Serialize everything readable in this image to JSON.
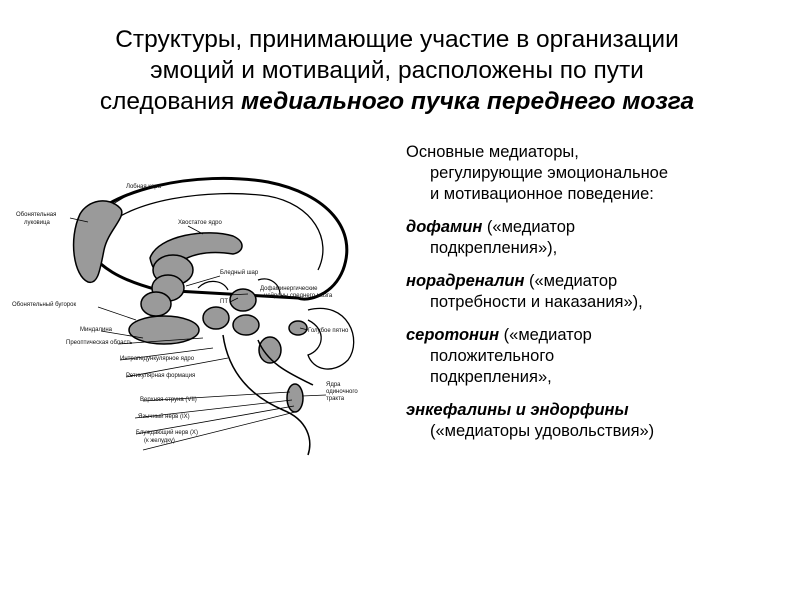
{
  "title": {
    "line1": "Структуры, принимающие участие в организации",
    "line2": "эмоций и мотиваций, расположены по пути",
    "line3_plain": "следования ",
    "line3_emphasis": "медиального пучка переднего мозга"
  },
  "diagram_labels": {
    "l01": "Лобная кора",
    "l02": "Обонятельная",
    "l03": "луковица",
    "l04": "Хвостатое ядро",
    "l05": "Бледный шар",
    "l06": "Дофаминергические",
    "l07": "нейроны среднего мозга",
    "l08": "Обонятельный бугорок",
    "l09": "ПТ",
    "l10": "Миндалина",
    "l11": "Голубое пятно",
    "l12": "Преоптическая область",
    "l13": "Интрапедункулярное ядро",
    "l14": "Ретикулярная формация",
    "l15": "Ядра",
    "l16": "одиночного",
    "l17": "тракта",
    "l18": "Верхняя струна (VII)",
    "l19": "Язычный нерв (IX)",
    "l20": "Блуждающий нерв (X)",
    "l21": "(к желудку)"
  },
  "intro": {
    "line1": "Основные медиаторы,",
    "line2": "регулирующие эмоциональное",
    "line3": "и мотивационное поведение:"
  },
  "mediators": [
    {
      "term": "дофамин",
      "rest": " («медиатор",
      "line2": "подкрепления»),"
    },
    {
      "term": "норадреналин",
      "rest": " («медиатор",
      "line2": "потребности и наказания»),"
    },
    {
      "term": "серотонин",
      "rest": " («медиатор",
      "line2": "положительного",
      "line3": "подкрепления»,"
    },
    {
      "term": "энкефалины и эндорфины",
      "rest": "",
      "line2": "(«медиаторы удовольствия»)"
    }
  ]
}
